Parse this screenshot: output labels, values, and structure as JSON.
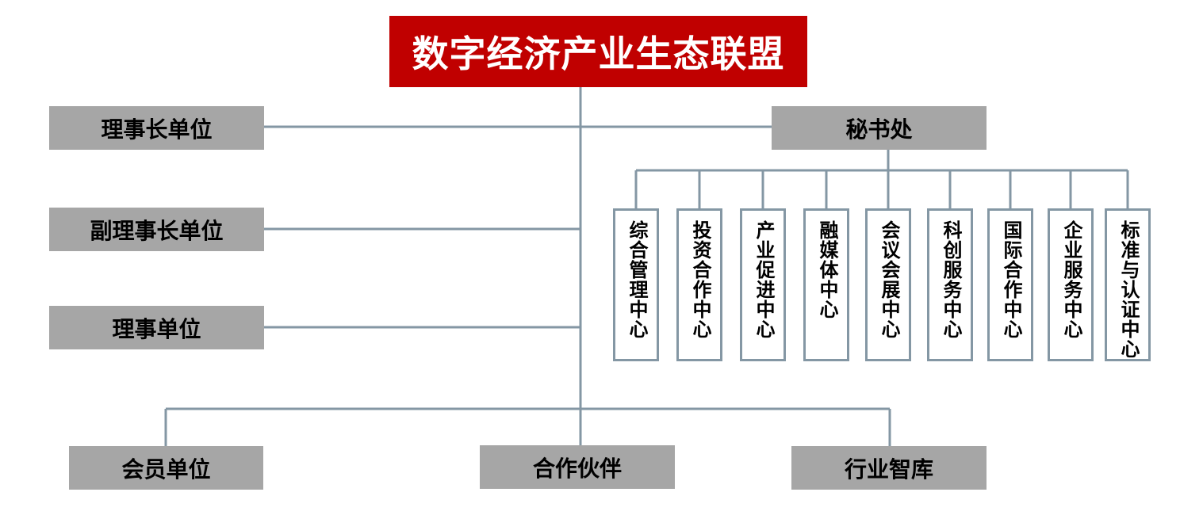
{
  "title": "数字经济产业生态联盟",
  "left_units": [
    "理事长单位",
    "副理事长单位",
    "理事单位"
  ],
  "secretariat": "秘书处",
  "centers": [
    "综合管理中心",
    "投资合作中心",
    "产业促进中心",
    "融媒体中心",
    "会议会展中心",
    "科创服务中心",
    "国际合作中心",
    "企业服务中心",
    "标准与认证中心"
  ],
  "bottom_units": [
    "会员单位",
    "合作伙伴",
    "行业智库"
  ],
  "colors": {
    "title_bg": "#c00000",
    "box_bg": "#a6a6a6",
    "connector": "#8497a4"
  }
}
